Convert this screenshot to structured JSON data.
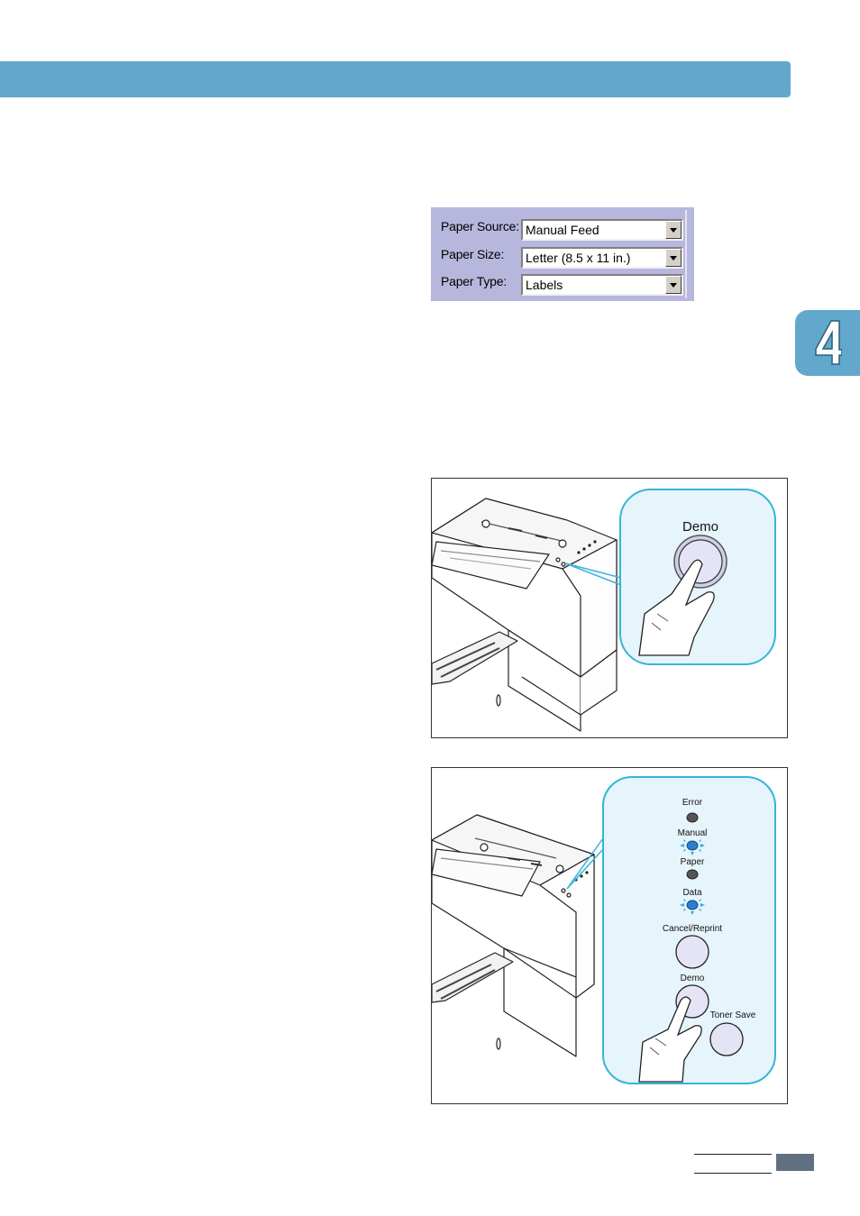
{
  "chapter": {
    "number": "4"
  },
  "paper_settings": {
    "source_label": "Paper Source:",
    "source_value": "Manual Feed",
    "size_label": "Paper Size:",
    "size_value": "Letter (8.5 x 11 in.)",
    "type_label": "Paper Type:",
    "type_value": "Labels"
  },
  "figure1": {
    "button_label": "Demo"
  },
  "figure2": {
    "error_label": "Error",
    "manual_label": "Manual",
    "paper_label": "Paper",
    "data_label": "Data",
    "cancel_label": "Cancel/Reprint",
    "demo_label": "Demo",
    "toner_label": "Toner Save"
  },
  "colors": {
    "accent": "#62a8cc",
    "led_on": "#2a7fd0",
    "led_off": "#555555",
    "callout_fill": "#e6f4fb",
    "callout_stroke": "#38b4d8",
    "button_fill": "#e4e4f6"
  }
}
